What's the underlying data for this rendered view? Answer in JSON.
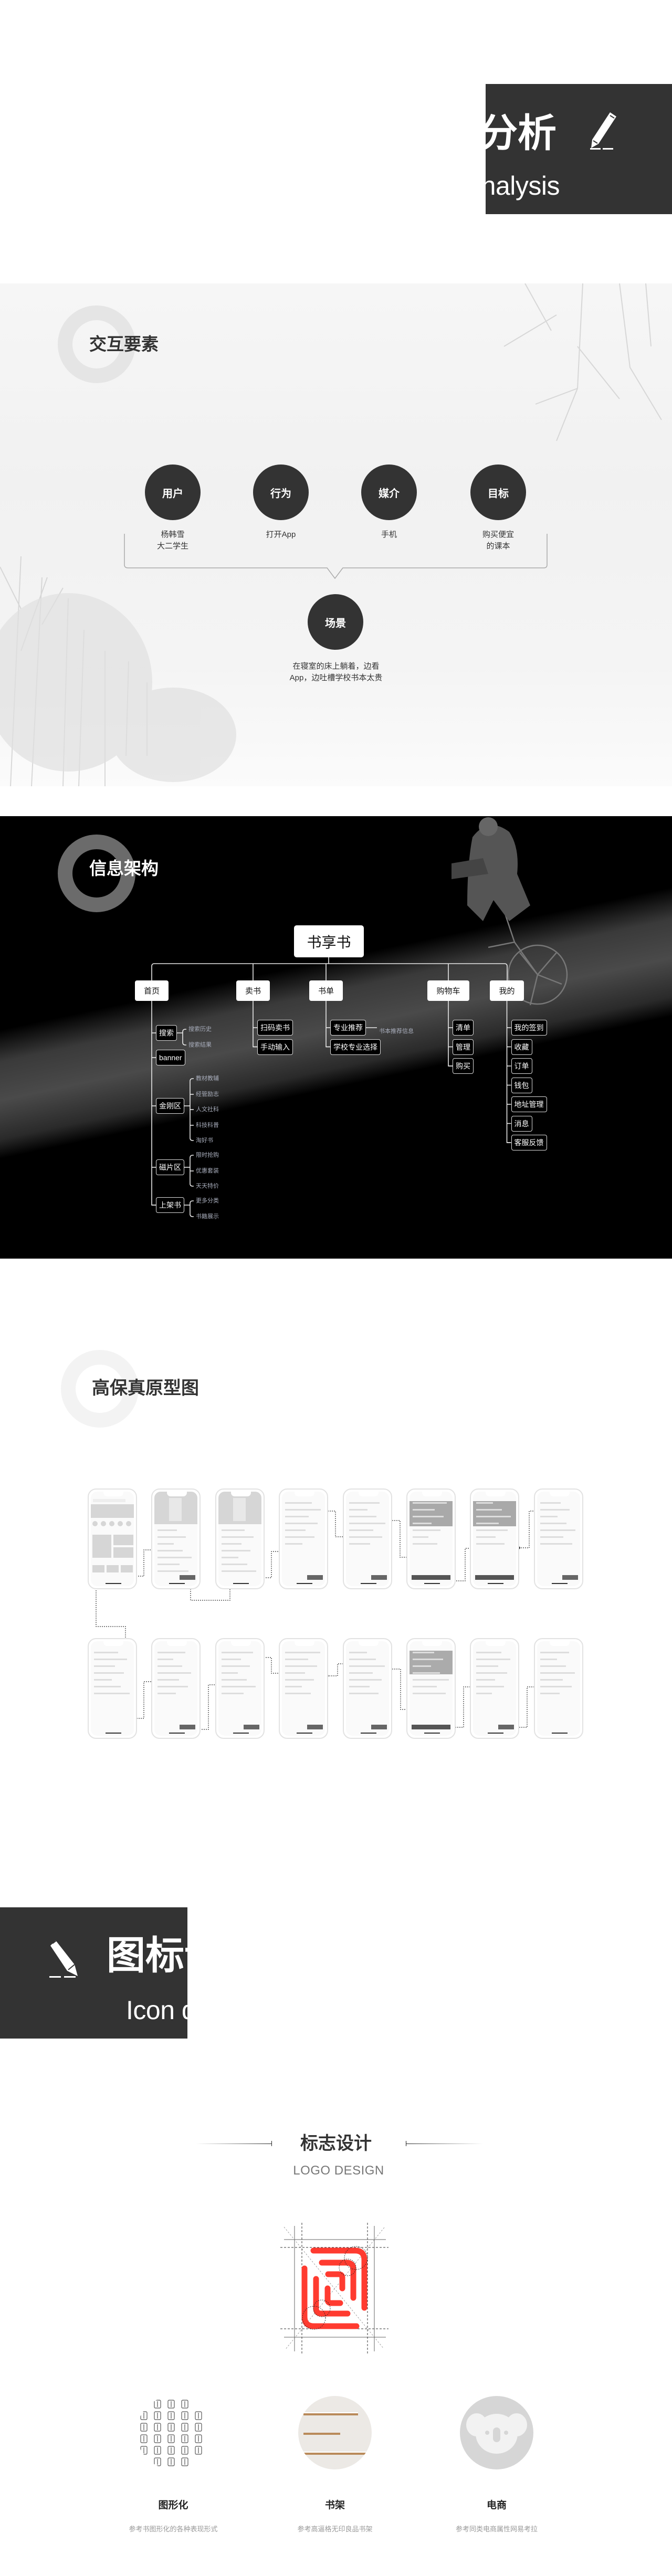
{
  "header": {
    "title_cn": "交互分析",
    "title_en": "Interaction analysis",
    "icon": "pencil-icon"
  },
  "elements": {
    "title": "交互要素",
    "items": [
      {
        "label": "用户",
        "desc": [
          "杨韩雪",
          "大二学生"
        ]
      },
      {
        "label": "行为",
        "desc": [
          "打开App"
        ]
      },
      {
        "label": "媒介",
        "desc": [
          "手机"
        ]
      },
      {
        "label": "目标",
        "desc": [
          "购买便宜",
          "的课本"
        ]
      }
    ],
    "scene": {
      "label": "场景",
      "desc": [
        "在寝室的床上躺着，边看",
        "App，边吐槽学校书本太贵"
      ]
    },
    "circle_color": "#333333"
  },
  "ia": {
    "title": "信息架构",
    "root": "书享书",
    "branches": [
      {
        "label": "首页",
        "children": [
          {
            "label": "搜索",
            "leaves": [
              "搜索历史",
              "搜索结果"
            ]
          },
          {
            "label": "banner",
            "leaves": []
          },
          {
            "label": "金刚区",
            "leaves": [
              "教材教辅",
              "经管励志",
              "人文社科",
              "科技科普",
              "淘好书"
            ]
          },
          {
            "label": "磁片区",
            "leaves": [
              "限时抢购",
              "优惠套装",
              "天天特价"
            ]
          },
          {
            "label": "上架书",
            "leaves": [
              "更多分类",
              "书籍展示"
            ]
          }
        ]
      },
      {
        "label": "卖书",
        "children": [
          {
            "label": "扫码卖书",
            "leaves": []
          },
          {
            "label": "手动输入",
            "leaves": []
          }
        ]
      },
      {
        "label": "书单",
        "children": [
          {
            "label": "专业推荐",
            "leaves": [
              "书本推荐信息"
            ]
          },
          {
            "label": "学校专业选择",
            "leaves": []
          }
        ]
      },
      {
        "label": "购物车",
        "children": [
          {
            "label": "清单",
            "leaves": []
          },
          {
            "label": "管理",
            "leaves": []
          },
          {
            "label": "购买",
            "leaves": []
          }
        ]
      },
      {
        "label": "我的",
        "children": [
          {
            "label": "我的签到",
            "leaves": []
          },
          {
            "label": "收藏",
            "leaves": []
          },
          {
            "label": "订单",
            "leaves": []
          },
          {
            "label": "钱包",
            "leaves": []
          },
          {
            "label": "地址管理",
            "leaves": []
          },
          {
            "label": "消息",
            "leaves": []
          },
          {
            "label": "客服反馈",
            "leaves": []
          }
        ]
      }
    ]
  },
  "prototype": {
    "title": "高保真原型图",
    "screens_row1": 8,
    "screens_row2": 8
  },
  "icon_design": {
    "title_cn": "图标设计",
    "title_en": "Icon design",
    "icon": "pencil-icon",
    "logo": {
      "title": "标志设计",
      "subtitle": "LOGO DESIGN",
      "color": "#ff3b30"
    },
    "references": [
      {
        "label": "图形化",
        "caption": "参考书图形化的各种表现形式",
        "icon": "book-icons-grid"
      },
      {
        "label": "书架",
        "caption": "参考高逼格无印良品书架",
        "icon": "bookshelf-image"
      },
      {
        "label": "电商",
        "caption": "参考同类电商属性网易考拉",
        "icon": "koala-logo"
      }
    ]
  }
}
